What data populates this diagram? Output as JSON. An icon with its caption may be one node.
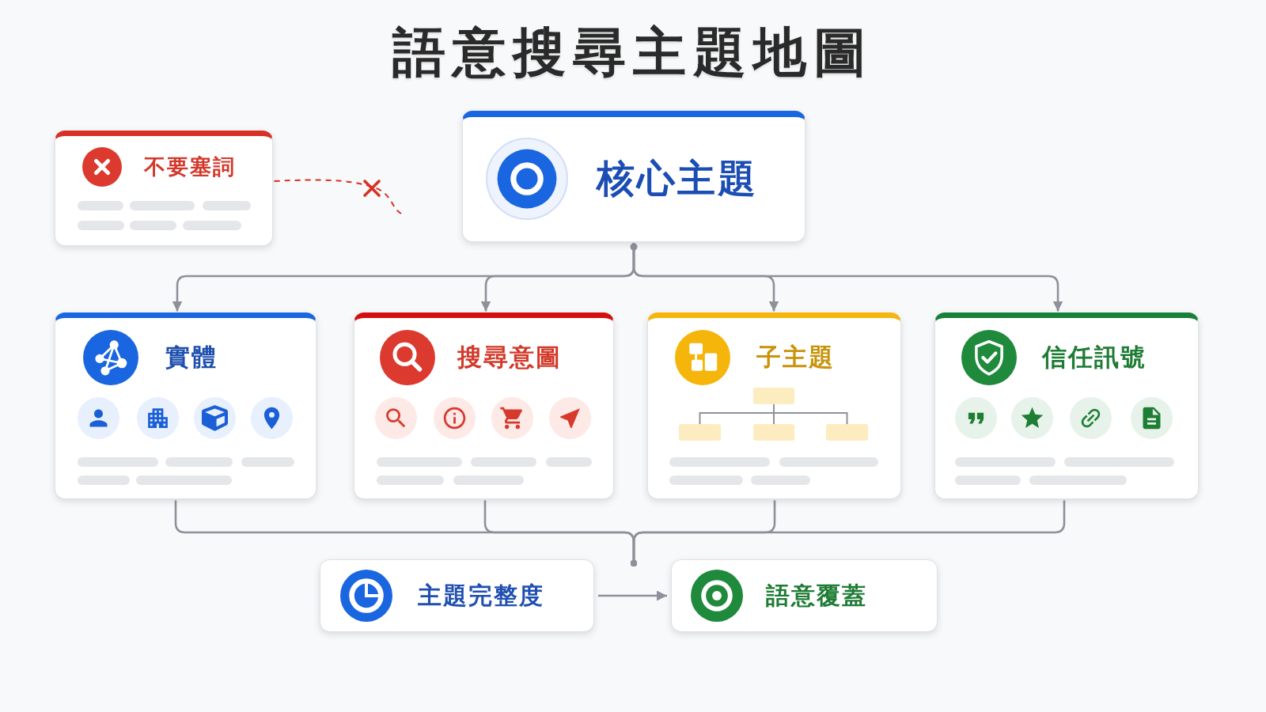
{
  "diagram": {
    "title": "語意搜尋主題地圖",
    "nodes": [
      {
        "text": [
          "不要塞詞"
        ]
      },
      {
        "text": [
          "核心主題"
        ]
      },
      {
        "text": [
          "實體"
        ]
      },
      {
        "text": [
          "搜尋意圖"
        ]
      },
      {
        "text": [
          "子主題"
        ]
      },
      {
        "text": [
          "信任訊號"
        ]
      },
      {
        "text": [
          "主題完整度"
        ]
      },
      {
        "text": [
          "語意覆蓋"
        ]
      }
    ],
    "edges": [
      {
        "from": 0,
        "to": null,
        "arrow": "none",
        "style": "dashed",
        "color": "#d93025"
      },
      {
        "from": 1,
        "to": 2,
        "arrow": "to"
      },
      {
        "from": 1,
        "to": 3,
        "arrow": "to"
      },
      {
        "from": 1,
        "to": 4,
        "arrow": "to"
      },
      {
        "from": 1,
        "to": 5,
        "arrow": "to"
      },
      {
        "from": 2,
        "to": null,
        "arrow": "other"
      },
      {
        "from": 3,
        "to": null,
        "arrow": "other"
      },
      {
        "from": 4,
        "to": null,
        "arrow": "other"
      },
      {
        "from": 5,
        "to": null,
        "arrow": "other"
      },
      {
        "from": 6,
        "to": 7,
        "arrow": "to"
      }
    ]
  }
}
